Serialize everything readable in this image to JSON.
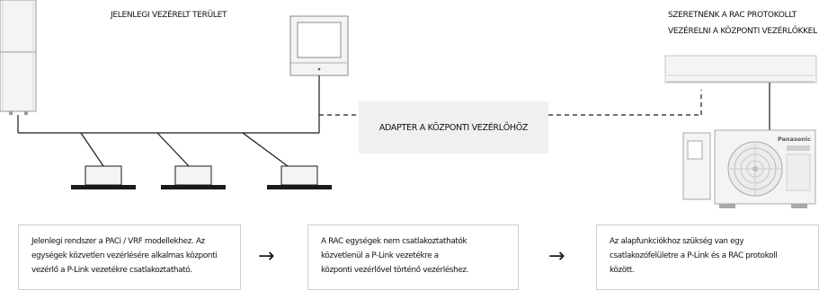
{
  "labels": {
    "current_area": "JELENLEGI VEZÉRELT TERÜLET",
    "target_line1": "SZERETNÉNK A RAC PROTOKOLLT",
    "target_line2": "VEZÉRELNI A KÖZPONTI VEZÉRLŐKKEL",
    "adapter": "ADAPTER A KÖZPONTI VEZÉRLŐHÖZ",
    "brand": "Panasonic"
  },
  "info_boxes": [
    {
      "text": "Jelenlegi rendszer a PACi / VRF modellekhez. Az\negységek közvetlen vezérlésére alkalmas központi\nvezérlő a P-Link vezetékre csatlakoztatható."
    },
    {
      "text": "A RAC egységek nem csatlakoztathatók\nközvetlenül a P-Link vezetékre a\nközponti vezérlővel történő vezérléshez."
    },
    {
      "text": "Az alapfunkciókhoz szükség van egy\ncsatlakozófelületre a P-Link és a RAC protokoll\nközött."
    }
  ],
  "arrows": [
    "→",
    "→"
  ],
  "colors": {
    "line": "#1a1a1a",
    "unit_fill": "#f4f4f4",
    "unit_stroke": "#9a9a9a",
    "adapter_bg": "#f0f0f0",
    "box_border": "#cfcfcf"
  }
}
